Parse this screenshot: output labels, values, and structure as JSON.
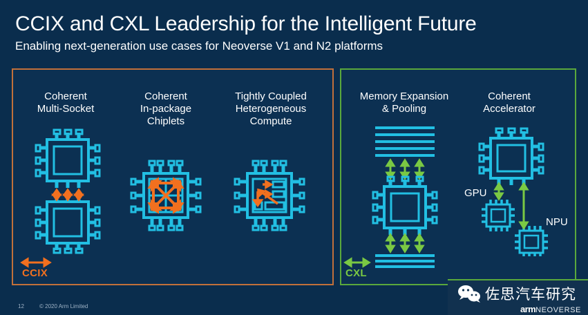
{
  "header": {
    "title": "CCIX and CXL Leadership for the Intelligent Future",
    "subtitle": "Enabling next-generation use cases for Neoverse V1 and N2 platforms"
  },
  "colors": {
    "background": "#0a2d4d",
    "panel_fill": "#0c3052",
    "ccix_border": "#c2703a",
    "cxl_border": "#5aa83c",
    "ccix_accent": "#f2701f",
    "cxl_accent": "#7ac943",
    "chip_cyan": "#22bfe3",
    "text_white": "#ffffff",
    "footer_grey": "#9fb3c6",
    "red_text": "#c0252c"
  },
  "panels": [
    {
      "id": "ccix",
      "protocol_label": "CCIX",
      "columns": [
        {
          "heading": "Coherent\nMulti-Socket",
          "line1": "Coherent",
          "line2": "Multi-Socket",
          "line3": ""
        },
        {
          "heading": "Coherent\nIn-package\nChiplets",
          "line1": "Coherent",
          "line2": "In-package",
          "line3": "Chiplets"
        },
        {
          "heading": "Tightly Coupled\nHeterogeneous\nCompute",
          "line1": "Tightly Coupled",
          "line2": "Heterogeneous",
          "line3": "Compute"
        }
      ]
    },
    {
      "id": "cxl",
      "protocol_label": "CXL",
      "columns": [
        {
          "line1": "Memory Expansion",
          "line2": "& Pooling",
          "line3": ""
        },
        {
          "line1": "Coherent",
          "line2": "Accelerator",
          "line3": ""
        }
      ]
    }
  ],
  "diagram_labels": {
    "gpu": "GPU",
    "npu": "NPU"
  },
  "footer": {
    "page_number": "12",
    "copyright": "© 2020 Arm Limited",
    "red_text": "",
    "arm_word": "arm",
    "neoverse_word": "NEOVERSE"
  },
  "watermark": {
    "wechat_name": "佐思汽车研究",
    "icon": "wechat-icon"
  }
}
